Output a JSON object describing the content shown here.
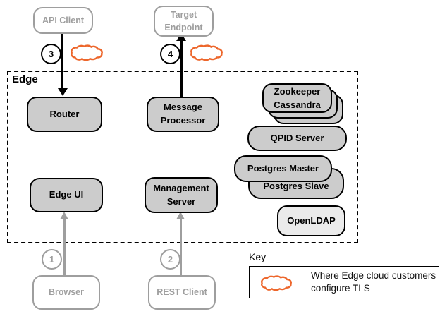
{
  "edge": {
    "label": "Edge"
  },
  "clients": {
    "api_client": "API Client",
    "target_endpoint_line1": "Target",
    "target_endpoint_line2": "Endpoint",
    "browser": "Browser",
    "rest_client": "REST Client"
  },
  "components": {
    "router": "Router",
    "message_processor_line1": "Message",
    "message_processor_line2": "Processor",
    "zookeeper": "Zookeeper",
    "cassandra": "Cassandra",
    "qpid_server": "QPID Server",
    "postgres_master": "Postgres Master",
    "postgres_slave": "Postgres Slave",
    "openldap": "OpenLDAP",
    "edge_ui": "Edge UI",
    "management_server_line1": "Management",
    "management_server_line2": "Server"
  },
  "steps": {
    "step1": "1",
    "step2": "2",
    "step3": "3",
    "step4": "4"
  },
  "key": {
    "title": "Key",
    "description_line1": "Where Edge cloud customers",
    "description_line2": "configure TLS"
  },
  "icons": {
    "tls_cloud": "scalloped-cloud-outline"
  },
  "colors": {
    "tls_cloud_orange": "#ED662B",
    "component_fill": "#cccccc",
    "openldap_fill": "#ebebeb",
    "client_gray": "#9e9e9e"
  }
}
